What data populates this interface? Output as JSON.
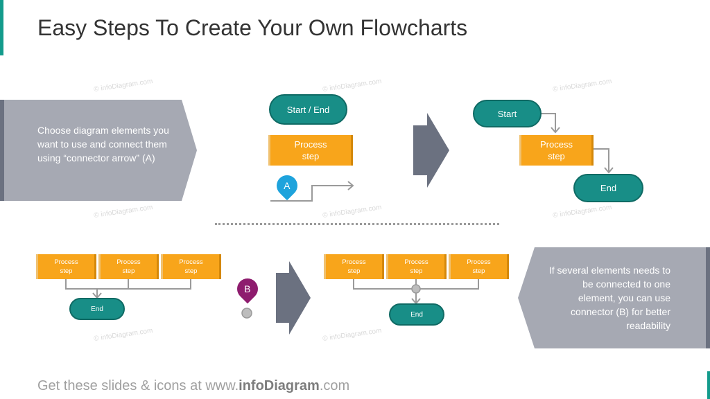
{
  "title": "Easy Steps To Create Your Own Flowcharts",
  "watermark": "© infoDiagram.com",
  "footer": {
    "prefix": "Get these slides & icons at www.",
    "brand": "infoDiagram",
    "suffix": ".com"
  },
  "step_a": {
    "callout": "Choose diagram elements you want to use and connect them using “connector arrow” (A)",
    "palette_start_end": "Start / End",
    "palette_process": "Process\nstep",
    "connector_label": "A",
    "result_start": "Start",
    "result_process": "Process\nstep",
    "result_end": "End"
  },
  "step_b": {
    "callout": "If several elements needs to be connected to one element, you can use connector (B) for better readability",
    "connector_label": "B",
    "before_processes": [
      "Process\nstep",
      "Process\nstep",
      "Process\nstep"
    ],
    "before_end": "End",
    "after_processes": [
      "Process\nstep",
      "Process\nstep",
      "Process\nstep"
    ],
    "after_end": "End"
  },
  "colors": {
    "teal": "#188e87",
    "orange": "#f8a51b",
    "slate_arrow": "#6b7180",
    "callout_gray": "#a6a9b3",
    "pin_a": "#1ea3dc",
    "pin_b": "#8e1c6e"
  }
}
